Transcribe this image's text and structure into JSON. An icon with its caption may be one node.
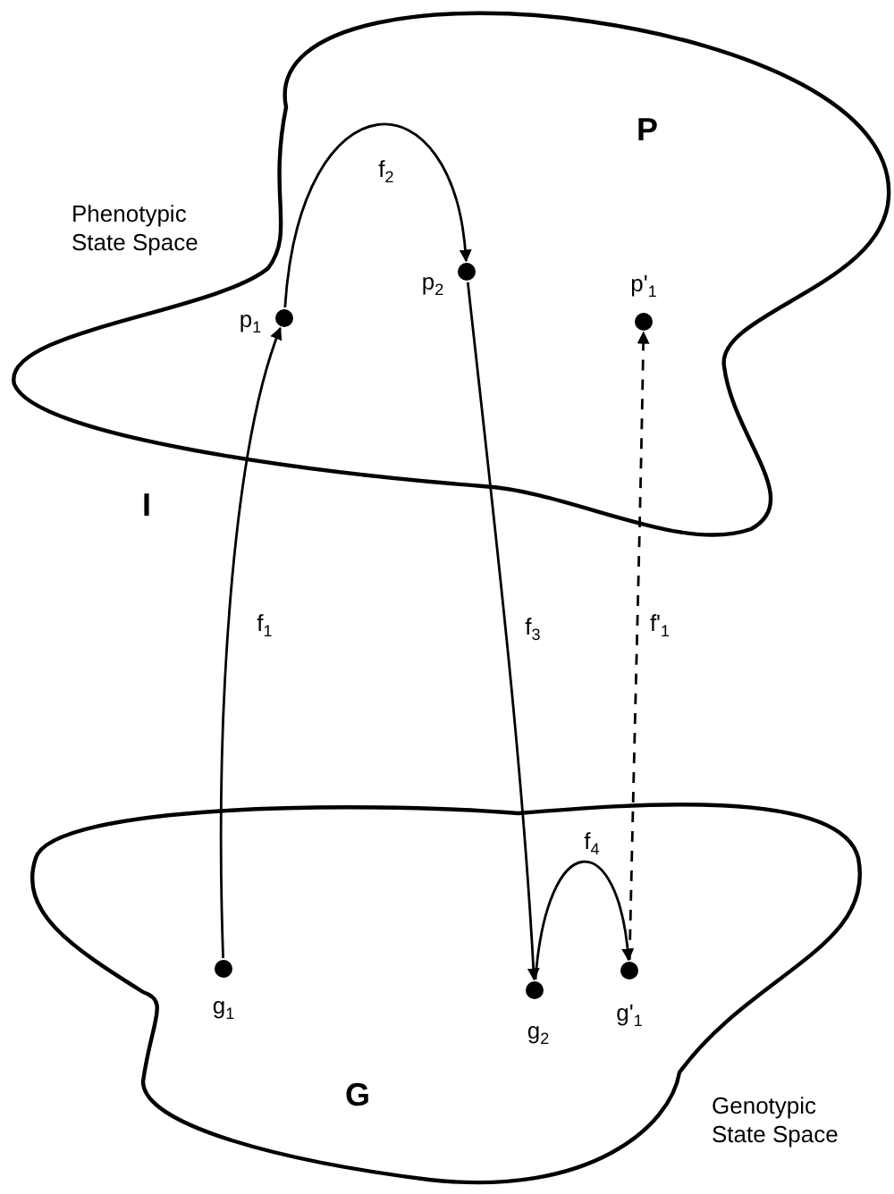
{
  "diagram": {
    "nodes": [
      {
        "text": [
          "Phenotypic State Space",
          "P"
        ]
      },
      {
        "text": [
          "Genotypic State Space",
          "G"
        ]
      },
      {
        "text": [],
        "shape": "circle",
        "beside": [
          "p$_{1}$"
        ],
        "in": 0
      },
      {
        "text": [],
        "shape": "circle",
        "beside": [
          "p$_{2}$"
        ],
        "in": 0
      },
      {
        "text": [],
        "shape": "circle",
        "beside": [
          "p'$_{1}$"
        ],
        "in": 0
      },
      {
        "text": [],
        "shape": "circle",
        "beside": [
          "g$_{1}$"
        ],
        "in": 1
      },
      {
        "text": [],
        "shape": "circle",
        "beside": [
          "g$_{2}$"
        ],
        "in": 1
      },
      {
        "text": [],
        "shape": "circle",
        "beside": [
          "g'$_{1}$"
        ],
        "in": 1
      }
    ],
    "edges": [
      {
        "from": 5,
        "to": 2,
        "arrow": "to",
        "label": "f$_{1}$"
      },
      {
        "from": 2,
        "to": 3,
        "arrow": "to",
        "label": "f$_{2}$"
      },
      {
        "from": 3,
        "to": 6,
        "arrow": "to",
        "label": "f$_{3}$"
      },
      {
        "from": 6,
        "to": 7,
        "arrow": "to",
        "label": "f$_{4}$"
      },
      {
        "from": 7,
        "to": 4,
        "arrow": "to",
        "label": "f'$_{1}$",
        "style": "dashed"
      }
    ],
    "labels": [
      "I"
    ]
  }
}
